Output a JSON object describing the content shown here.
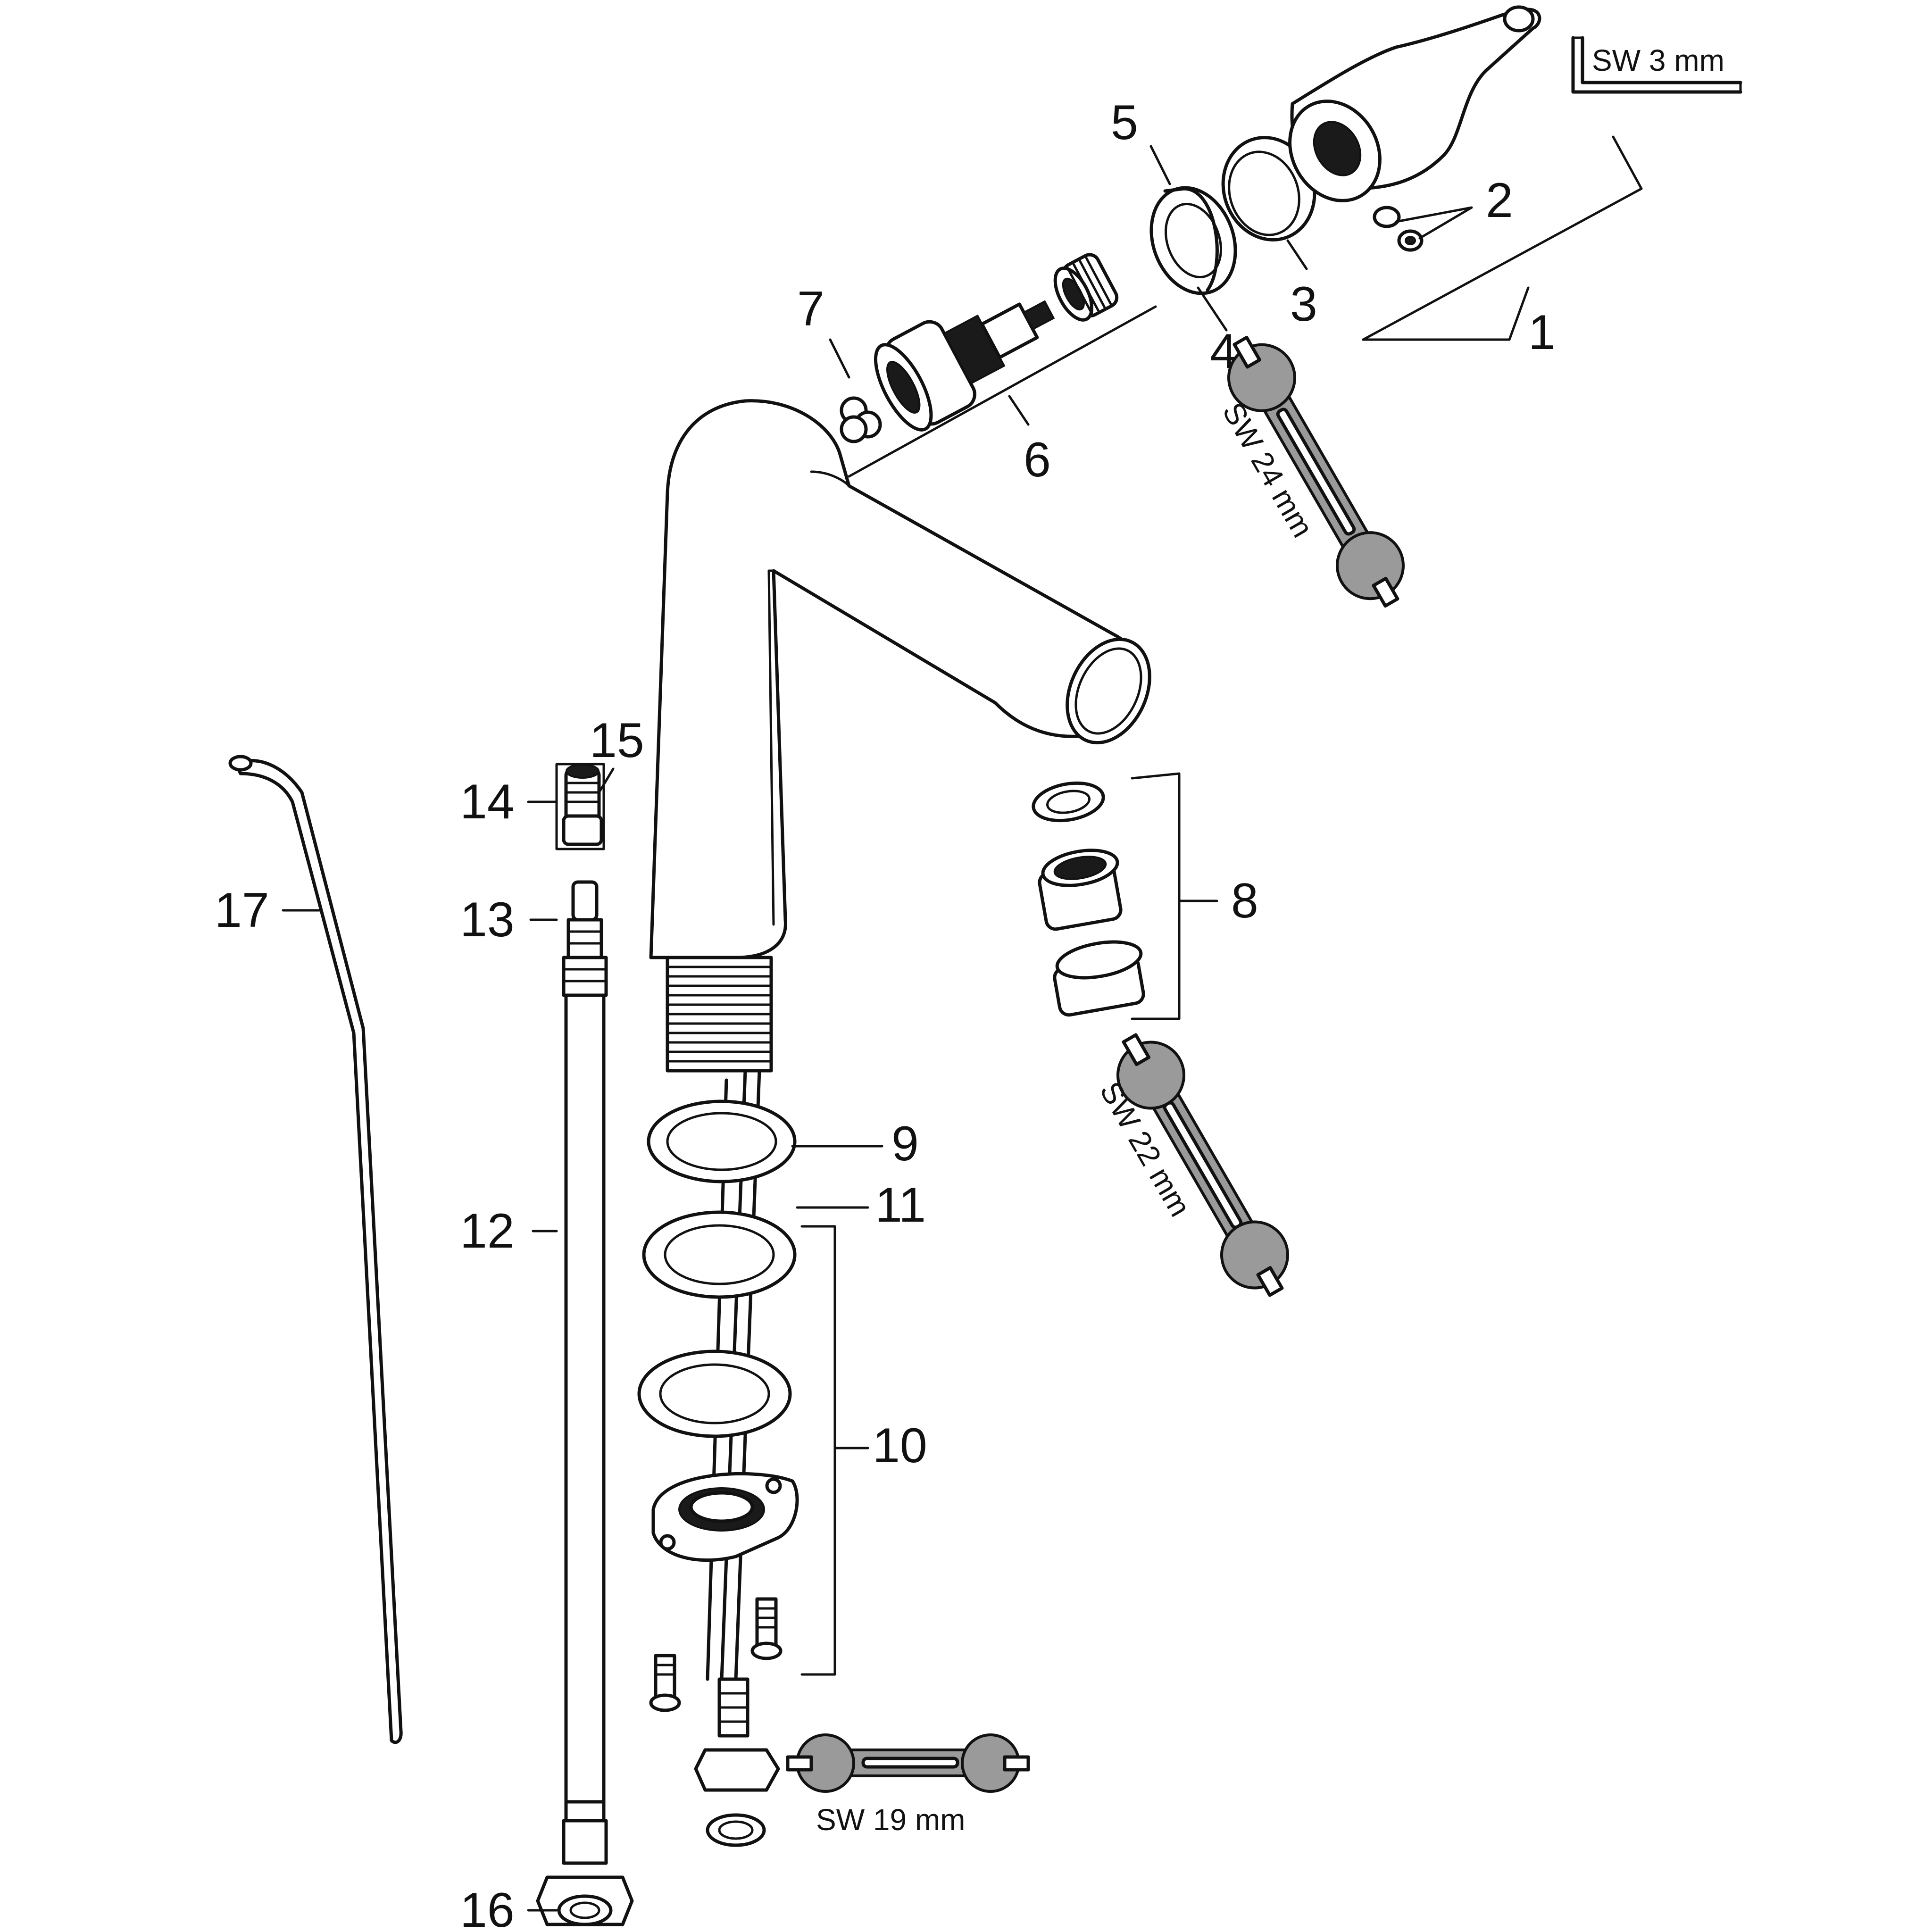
{
  "diagram": {
    "part_numbers": [
      "1",
      "2",
      "3",
      "4",
      "5",
      "6",
      "7",
      "8",
      "9",
      "10",
      "11",
      "12",
      "13",
      "14",
      "15",
      "16",
      "17"
    ],
    "tools": {
      "hex_key": "SW 3 mm",
      "wrench_24": "SW 24 mm",
      "wrench_22": "SW 22 mm",
      "wrench_19": "SW 19 mm"
    }
  }
}
